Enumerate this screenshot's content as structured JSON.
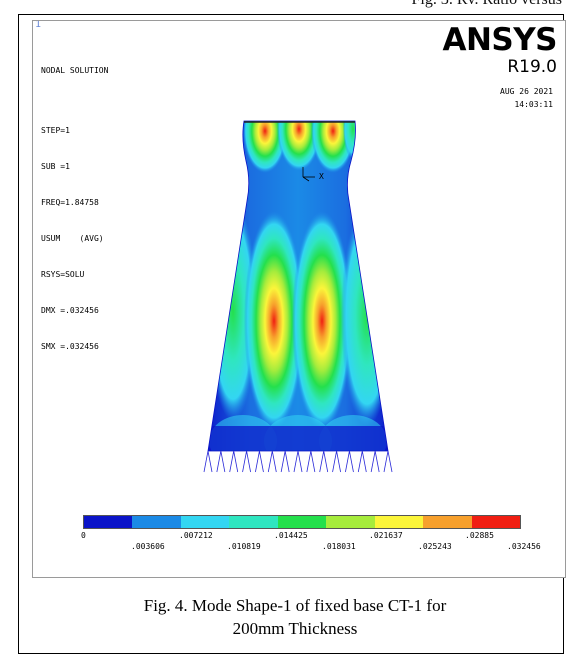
{
  "header_text": "Fig. 3. Rv. Ratio versus",
  "plot": {
    "mark": "1",
    "info_lines": [
      "NODAL SOLUTION",
      "",
      "STEP=1",
      "SUB =1",
      "FREQ=1.84758",
      "USUM    (AVG)",
      "RSYS=SOLU",
      "DMX =.032456",
      "SMX =.032456"
    ],
    "brand": "ANSYS",
    "version": "R19.0",
    "date": "AUG 26 2021",
    "time": "14:03:11",
    "axis_label": "X"
  },
  "legend": {
    "colors": [
      "#0b14c8",
      "#1b8ae6",
      "#33d6f2",
      "#2fe6c0",
      "#24e04c",
      "#a6ec3c",
      "#fbf53a",
      "#f7a02c",
      "#f01e12"
    ],
    "top_ticks": [
      "0",
      ".007212",
      ".014425",
      ".021637",
      ".02885"
    ],
    "bottom_ticks": [
      ".003606",
      ".010819",
      ".018031",
      ".025243",
      ".032456"
    ]
  },
  "caption": {
    "line1": "Fig. 4. Mode Shape-1 of fixed base CT-1 for",
    "line2": "200mm Thickness"
  }
}
